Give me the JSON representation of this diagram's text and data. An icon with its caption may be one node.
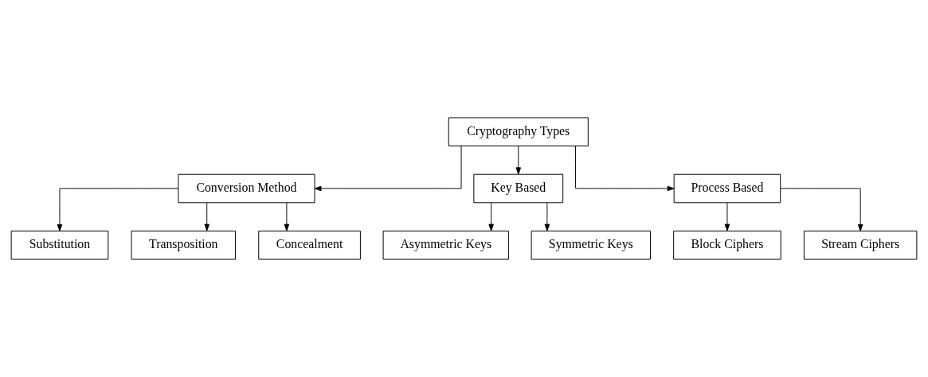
{
  "diagram": {
    "nodes": [
      {
        "text": [
          "Cryptography Types"
        ]
      },
      {
        "text": [
          "Conversion Method"
        ]
      },
      {
        "text": [
          "Substitution"
        ]
      },
      {
        "text": [
          "Transposition"
        ]
      },
      {
        "text": [
          "Concealment"
        ]
      },
      {
        "text": [
          "Key Based"
        ]
      },
      {
        "text": [
          "Asymmetric Keys"
        ]
      },
      {
        "text": [
          "Symmetric Keys"
        ]
      },
      {
        "text": [
          "Process Based"
        ]
      },
      {
        "text": [
          "Block Ciphers"
        ]
      },
      {
        "text": [
          "Stream Ciphers"
        ]
      }
    ],
    "edges": [
      {
        "from": 0,
        "to": 1,
        "arrow": "to"
      },
      {
        "from": 0,
        "to": 5,
        "arrow": "to"
      },
      {
        "from": 0,
        "to": 8,
        "arrow": "to"
      },
      {
        "from": 1,
        "to": 2,
        "arrow": "to"
      },
      {
        "from": 1,
        "to": 3,
        "arrow": "to"
      },
      {
        "from": 1,
        "to": 4,
        "arrow": "to"
      },
      {
        "from": 5,
        "to": 6,
        "arrow": "to"
      },
      {
        "from": 5,
        "to": 7,
        "arrow": "to"
      },
      {
        "from": 8,
        "to": 9,
        "arrow": "to"
      },
      {
        "from": 8,
        "to": 10,
        "arrow": "to"
      }
    ]
  }
}
